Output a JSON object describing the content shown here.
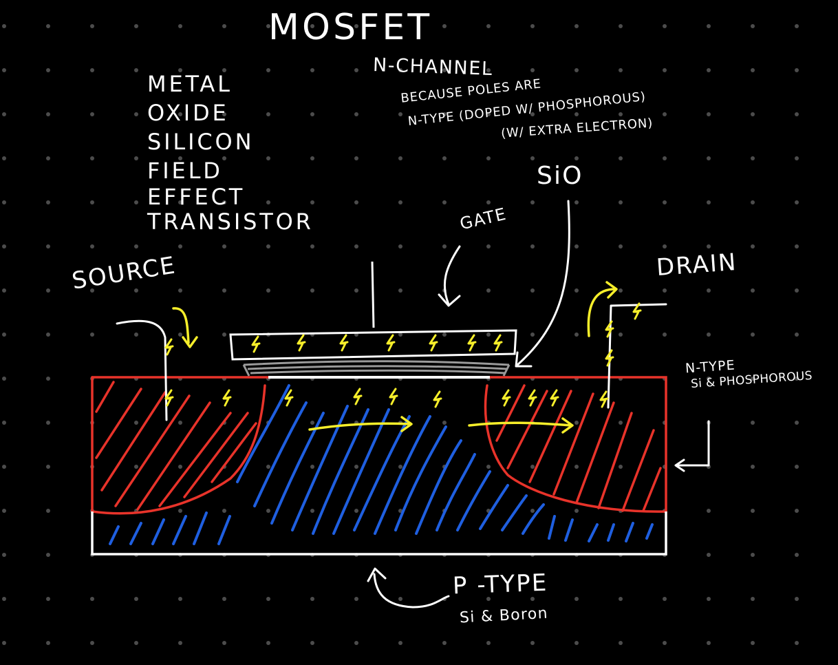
{
  "title": "MOSFET",
  "acronym": [
    "METAL",
    "OXIDE",
    "SILICON",
    "FIELD",
    "EFFECT",
    "TRANSISTOR"
  ],
  "channel": "N-CHANNEL",
  "channel_note": [
    "BECAUSE POLES ARE",
    "N-TYPE (DOPED W/ PHOSPHOROUS)",
    "(W/ EXTRA ELECTRON)"
  ],
  "labels": {
    "sio": "SiO",
    "gate": "GATE",
    "source": "SOURCE",
    "drain": "DRAIN",
    "ntype": "N-TYPE",
    "ntype_material": "Si & PHOSPHOROUS",
    "ptype": "P -TYPE",
    "ptype_material": "Si & Boron"
  },
  "colors": {
    "background": "#000000",
    "ink": "#ffffff",
    "n_type": "#e8332a",
    "p_type": "#1f5fe0",
    "electron": "#f6ee2a",
    "oxide": "#9a9a9a",
    "grid_dot": "#4c4c4c"
  }
}
